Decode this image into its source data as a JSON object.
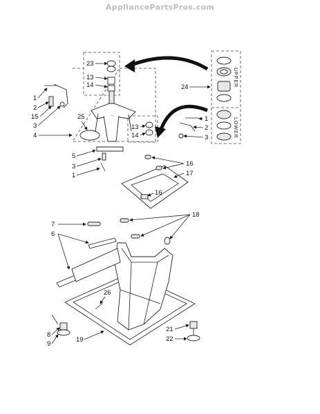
{
  "watermark": "AppliancePartsPros.com",
  "section_labels": {
    "upper": "UPPER",
    "lower": "LOWER"
  },
  "callouts": {
    "c23": "23",
    "c13a": "13",
    "c14a": "14",
    "c24": "24",
    "c1a": "1",
    "c2a": "2",
    "c15": "15",
    "c3a": "3",
    "c25": "25",
    "c4": "4",
    "c1b": "1",
    "c2b": "2",
    "c3b": "3",
    "c13b": "13",
    "c14b": "14",
    "c5": "5",
    "c3c": "3",
    "c1c": "1",
    "c16a": "16",
    "c17": "17",
    "c16b": "16",
    "c7": "7",
    "c6": "6",
    "c18": "18",
    "c26": "26",
    "c21": "21",
    "c22": "22",
    "c8": "8",
    "c9": "9",
    "c19": "19"
  }
}
